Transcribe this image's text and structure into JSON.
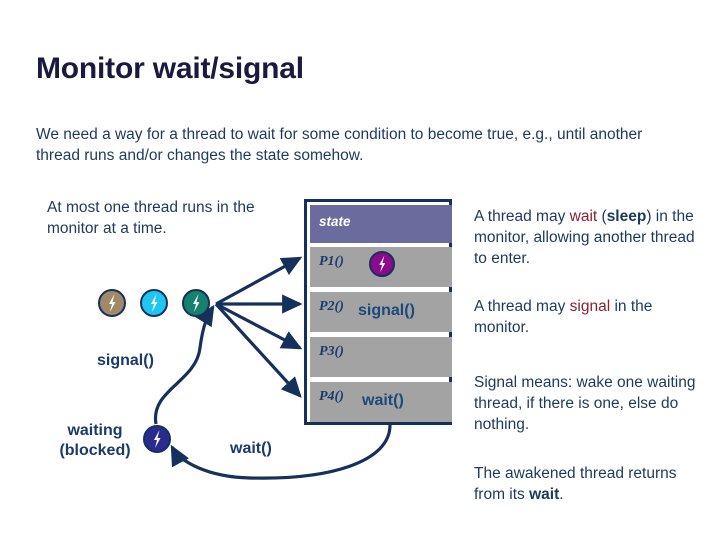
{
  "slide": {
    "title": "Monitor wait/signal",
    "intro": "We need a way for a thread to wait for some condition to become true, e.g., until another thread runs and/or changes the state somehow.",
    "left_caption": "At most one thread runs in the monitor at a time."
  },
  "monitor": {
    "header_label": "state",
    "rows": [
      {
        "label": "P1()",
        "call": ""
      },
      {
        "label": "P2()",
        "call": "signal()"
      },
      {
        "label": "P3()",
        "call": ""
      },
      {
        "label": "P4()",
        "call": "wait()"
      }
    ]
  },
  "diagram": {
    "signal_arrow_label": "signal()",
    "wait_arrow_label": "wait()",
    "waiting_label_line1": "waiting",
    "waiting_label_line2": "(blocked)",
    "thread_tokens": [
      {
        "name": "thread-1",
        "color": "#a08968"
      },
      {
        "name": "thread-2",
        "color": "#1ec6f0"
      },
      {
        "name": "thread-3",
        "color": "#18806e"
      },
      {
        "name": "thread-running",
        "color": "#8d0a8d"
      },
      {
        "name": "thread-waiting",
        "color": "#2b2b8f"
      }
    ],
    "arrow_color": "#16305c"
  },
  "notes": {
    "wait": {
      "part1": "A thread may ",
      "keyword": "wait",
      "part2": " (",
      "bold": "sleep",
      "part3": ") in the monitor, allowing another thread to enter."
    },
    "signal": {
      "part1": "A thread may ",
      "keyword": "signal",
      "part2": " in the monitor."
    },
    "meaning": "Signal means: wake one waiting thread, if there is one, else do nothing.",
    "awakened": {
      "part1": "The awakened thread returns from its ",
      "bold": "wait",
      "part2": "."
    }
  },
  "colors": {
    "title": "#1a1a3e",
    "body_text": "#1b3a5c",
    "keyword_red": "#8a2030",
    "monitor_header": "#6b6b9e",
    "monitor_row": "#a3a3a3",
    "monitor_border": "#16305c"
  }
}
